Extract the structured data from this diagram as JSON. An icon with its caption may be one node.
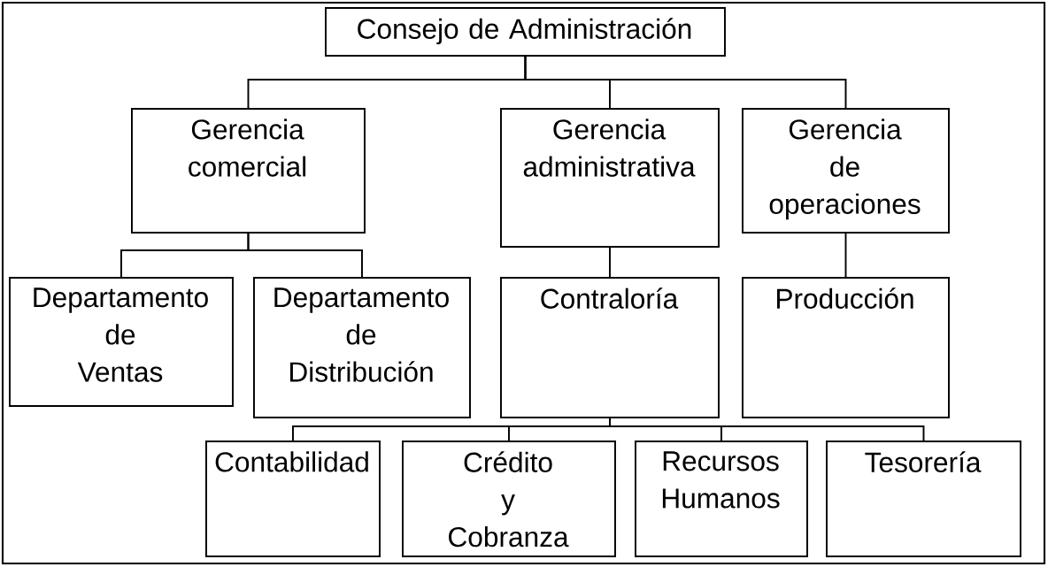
{
  "diagram": {
    "nodes": [
      {
        "text": [
          "Consejo de Administración"
        ]
      },
      {
        "text": [
          "Gerencia comercial"
        ]
      },
      {
        "text": [
          "Gerencia administrativa"
        ]
      },
      {
        "text": [
          "Gerencia de operaciones"
        ]
      },
      {
        "text": [
          "Departamento de Ventas"
        ]
      },
      {
        "text": [
          "Departamento de Distribución"
        ]
      },
      {
        "text": [
          "Contraloría"
        ]
      },
      {
        "text": [
          "Producción"
        ]
      },
      {
        "text": [
          "Contabilidad"
        ]
      },
      {
        "text": [
          "Crédito y Cobranza"
        ]
      },
      {
        "text": [
          "Recursos Humanos"
        ]
      },
      {
        "text": [
          "Tesorería"
        ]
      }
    ],
    "edges": [
      {
        "from": 0,
        "to": 1,
        "arrow": "none"
      },
      {
        "from": 0,
        "to": 2,
        "arrow": "none"
      },
      {
        "from": 0,
        "to": 3,
        "arrow": "none"
      },
      {
        "from": 1,
        "to": 4,
        "arrow": "none"
      },
      {
        "from": 1,
        "to": 5,
        "arrow": "none"
      },
      {
        "from": 2,
        "to": 6,
        "arrow": "none"
      },
      {
        "from": 3,
        "to": 7,
        "arrow": "none"
      },
      {
        "from": 6,
        "to": 8,
        "arrow": "none"
      },
      {
        "from": 6,
        "to": 9,
        "arrow": "none"
      },
      {
        "from": 6,
        "to": 10,
        "arrow": "none"
      },
      {
        "from": 6,
        "to": 11,
        "arrow": "none"
      }
    ]
  }
}
